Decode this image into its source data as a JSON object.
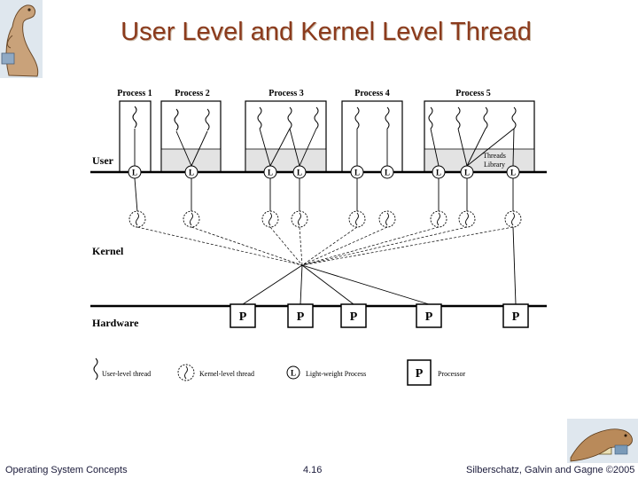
{
  "slide": {
    "title": "User Level and Kernel Level Thread",
    "footer_left": "Operating System Concepts",
    "footer_center": "4.16",
    "footer_right": "Silberschatz, Galvin and Gagne ©2005"
  },
  "diagram": {
    "processes": [
      "Process 1",
      "Process 2",
      "Process 3",
      "Process 4",
      "Process 5"
    ],
    "layers": {
      "user": "User",
      "kernel": "Kernel",
      "hardware": "Hardware"
    },
    "threads_library": [
      "Threads",
      "Library"
    ],
    "lwp_label": "L",
    "processor_label": "P",
    "legend": {
      "user_thread": "User-level thread",
      "kernel_thread": "Kernel-level thread",
      "lwp": "Light-weight Process",
      "processor": "Processor"
    }
  },
  "colors": {
    "title": "#8b3a1c",
    "footer": "#1a1a3a"
  },
  "icons": {
    "top_left": "dinosaur-mascot-icon",
    "bottom_right": "dinosaur-mascot-icon"
  }
}
